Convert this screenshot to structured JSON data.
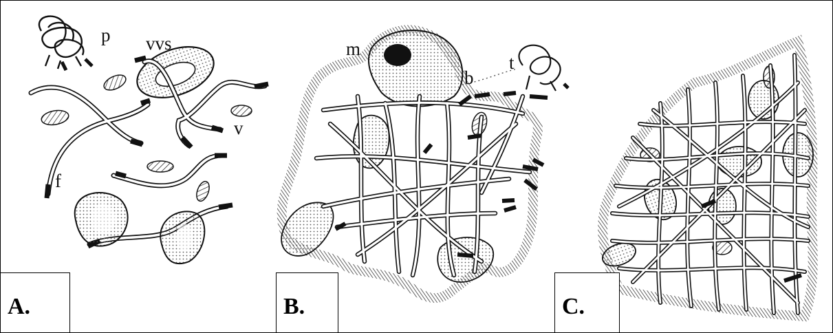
{
  "panels": [
    {
      "id": "A",
      "label": "A."
    },
    {
      "id": "B",
      "label": "B."
    },
    {
      "id": "C",
      "label": "C."
    }
  ],
  "markers": {
    "p": "p",
    "vvs": "vvs",
    "v": "v",
    "f": "f",
    "m": "m",
    "b": "b",
    "t": "t"
  },
  "colors": {
    "ink": "#111111",
    "hatch": "#444444",
    "fiber_fill": "#ffffff",
    "stipple": "#555555"
  }
}
